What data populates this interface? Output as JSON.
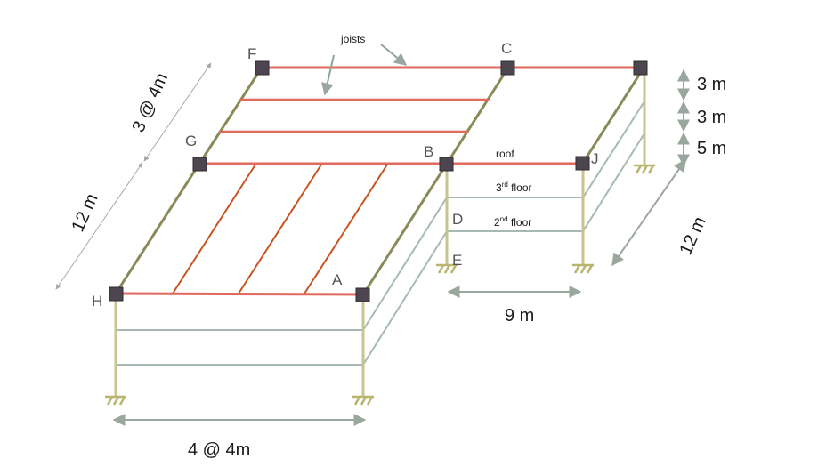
{
  "labels": {
    "joists": "joists",
    "roof": "roof",
    "third_floor_num": "3",
    "third_floor_sup": "rd",
    "third_floor_word": " floor",
    "second_floor_num": "2",
    "second_floor_sup": "nd",
    "second_floor_word": " floor",
    "node_a": "A",
    "node_b": "B",
    "node_c": "C",
    "node_d": "D",
    "node_e": "E",
    "node_f": "F",
    "node_g": "G",
    "node_h": "H",
    "node_j": "J",
    "dim_3_at_4m": "3 @ 4m",
    "dim_12m_left": "12 m",
    "dim_12m_right": "12 m",
    "dim_4_at_4m": "4 @ 4m",
    "dim_9m": "9 m",
    "dim_3m_top": "3 m",
    "dim_3m_mid": "3 m",
    "dim_5m": "5 m"
  },
  "colors": {
    "beam": "#e06a5e",
    "joist_left_wing": "#c9531e",
    "girder": "#8a8a58",
    "column": "#c8c48e",
    "floor_line": "#a6b9b3",
    "node": "#4d4550"
  }
}
